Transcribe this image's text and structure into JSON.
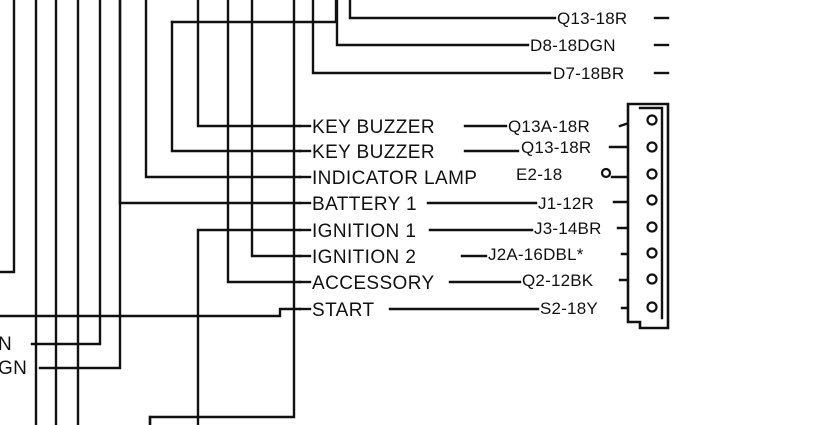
{
  "top_wires": [
    {
      "code": "Q13-18R"
    },
    {
      "code": "D8-18DGN"
    },
    {
      "code": "D7-18BR"
    }
  ],
  "circuits": [
    {
      "label": "KEY  BUZZER",
      "code": "Q13A-18R"
    },
    {
      "label": "KEY  BUZZER",
      "code": "Q13-18R"
    },
    {
      "label": "INDICATOR  LAMP",
      "code": "E2-18"
    },
    {
      "label": "BATTERY 1",
      "code": "J1-12R"
    },
    {
      "label": "IGNITION  1",
      "code": "J3-14BR"
    },
    {
      "label": "IGNITION  2",
      "code": "J2A-16DBL*"
    },
    {
      "label": "ACCESSORY",
      "code": "Q2-12BK"
    },
    {
      "label": "START",
      "code": "S2-18Y"
    }
  ],
  "edge_labels": [
    {
      "text": "N"
    },
    {
      "text": "GN"
    }
  ]
}
